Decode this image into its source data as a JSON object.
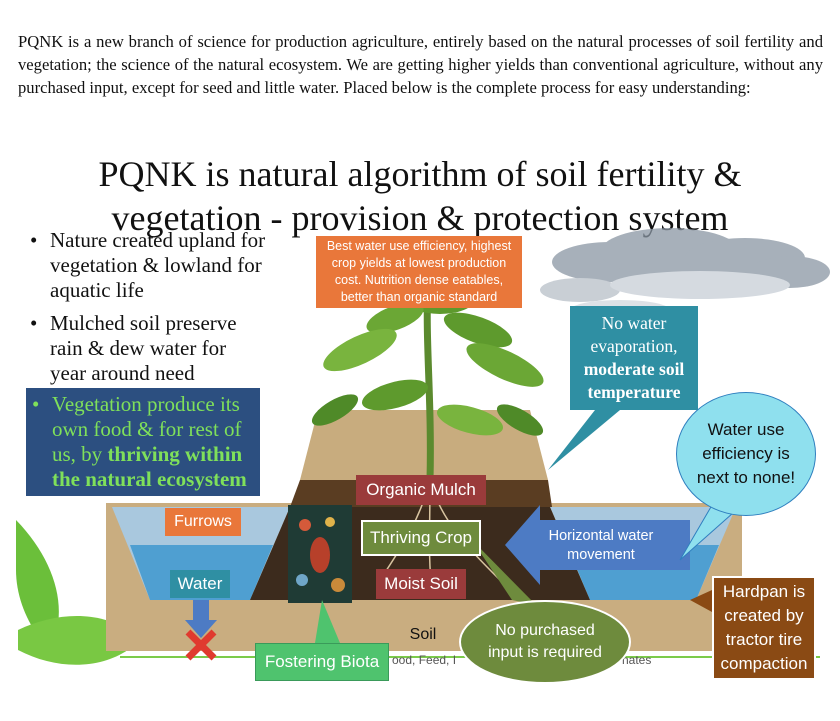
{
  "intro_text": "PQNK is a new branch of science for production agriculture, entirely based on the natural processes of soil fertility and vegetation; the science of the natural ecosystem. We are getting higher yields than conventional agriculture, without any purchased input, except for seed and little water. Placed below is the complete process for easy understanding:",
  "slide": {
    "title_line1": "PQNK is natural algorithm of soil fertility &",
    "title_line2": "vegetation - provision & protection system",
    "bullets": [
      "Nature created upland for vegetation & lowland for aquatic life",
      "Mulched soil preserve rain & dew water for year around need"
    ],
    "highlight": {
      "prefix": "Vegetation produce its own food & for rest of us, by ",
      "bold": "thriving within the natural ecosystem"
    },
    "callouts": {
      "best_water": "Best water use efficiency, highest crop yields at lowest production cost. Nutrition dense eatables, better than organic standard",
      "no_evap_normal": "No water evaporation,",
      "no_evap_bold": "moderate soil temperature",
      "water_eff": "Water use efficiency is next to none!",
      "hardpan": "Hardpan is created by tractor tire compaction",
      "no_purchased": "No purchased input is required"
    },
    "labels": {
      "organic_mulch": "Organic Mulch",
      "furrows": "Furrows",
      "thriving_crop": "Thriving Crop",
      "horizontal_water": "Horizontal water movement",
      "water": "Water",
      "moist_soil": "Moist Soil",
      "soil": "Soil",
      "fostering_biota": "Fostering Biota",
      "bottom_text_left": "ood, Feed, I",
      "bottom_text_right": "nates"
    }
  },
  "colors": {
    "orange_label": "#e9773a",
    "teal_box": "#2f8fa3",
    "red_label": "#9a3b3b",
    "olive": "#6e8b3d",
    "blue_arrow": "#4d7bc4",
    "cyan_bubble": "#8fe0ee",
    "brown": "#8a4a14",
    "navy_box": "#2c4f80",
    "green_text": "#7fe05a"
  }
}
